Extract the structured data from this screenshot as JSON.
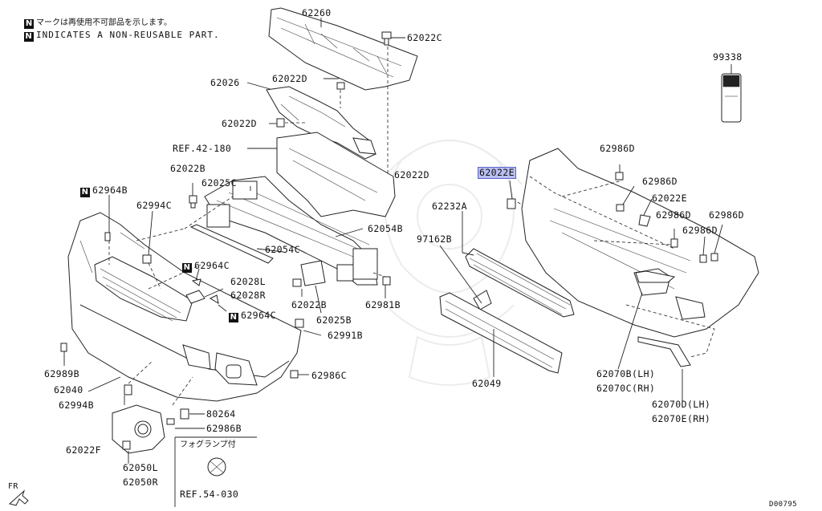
{
  "legend": {
    "badge": "N",
    "jp_note": "マークは再使用不可部品を示します。",
    "en_note": "INDICATES A NON-REUSABLE PART."
  },
  "labels": {
    "l62260": "62260",
    "l62022c": "62022C",
    "l99338": "99338",
    "l62026": "62026",
    "l62022d_a": "62022D",
    "l62022d_b": "62022D",
    "lref42": "REF.42-180",
    "l62022d_c": "62022D",
    "l62022b_a": "62022B",
    "l62025c": "62025C",
    "l62964b": "62964B",
    "l62994c": "62994C",
    "l62054b": "62054B",
    "l62054c": "62054C",
    "l62964c_a": "62964C",
    "l62028l": "62028L",
    "l62028r": "62028R",
    "l62964c_b": "62964C",
    "l62022b_b": "62022B",
    "l62025b": "62025B",
    "l62981b": "62981B",
    "l62991b": "62991B",
    "l62989b": "62989B",
    "l62040": "62040",
    "l62986c": "62986C",
    "l62994b": "62994B",
    "l80264": "80264",
    "l62986b": "62986B",
    "l62022f": "62022F",
    "l62050l": "62050L",
    "l62050r": "62050R",
    "fog_note": "フォグランプ付",
    "lref54": "REF.54-030",
    "fr": "FR",
    "l62022e_hl": "62022E",
    "l62986d_a": "62986D",
    "l62986d_b": "62986D",
    "l62022e": "62022E",
    "l62986d_c": "62986D",
    "l62986d_d": "62986D",
    "l62986d_e": "62986D",
    "l62232a": "62232A",
    "l97162b": "97162B",
    "l62049": "62049",
    "l62070b": "62070B(LH)",
    "l62070c": "62070C(RH)",
    "l62070d": "62070D(LH)",
    "l62070e": "62070E(RH)",
    "code": "D00795"
  },
  "highlight": {
    "part": "62022E",
    "color": "#b9bff0"
  }
}
